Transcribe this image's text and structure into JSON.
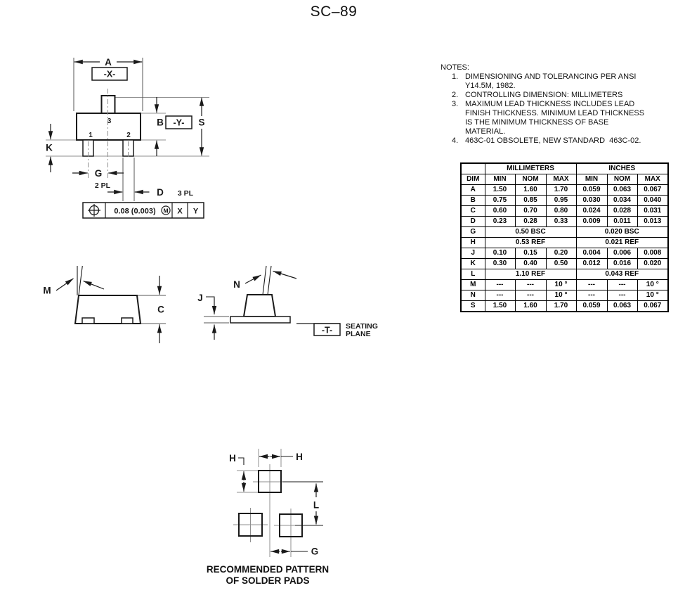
{
  "title": "SC–89",
  "notes": {
    "heading": "NOTES:",
    "items": [
      {
        "num": "1.",
        "text": "DIMENSIONING AND TOLERANCING PER ANSI\nY14.5M, 1982."
      },
      {
        "num": "2.",
        "text": "CONTROLLING DIMENSION: MILLIMETERS"
      },
      {
        "num": "3.",
        "text": "MAXIMUM LEAD THICKNESS INCLUDES LEAD\nFINISH THICKNESS. MINIMUM LEAD THICKNESS\nIS THE MINIMUM THICKNESS OF BASE\nMATERIAL."
      },
      {
        "num": "4.",
        "text": "463C-01 OBSOLETE, NEW STANDARD  463C-02."
      }
    ]
  },
  "table": {
    "group_headers": [
      "MILLIMETERS",
      "INCHES"
    ],
    "dim_header": "DIM",
    "col_headers": [
      "MIN",
      "NOM",
      "MAX",
      "MIN",
      "NOM",
      "MAX"
    ],
    "rows": [
      {
        "dim": "A",
        "values": [
          "1.50",
          "1.60",
          "1.70",
          "0.059",
          "0.063",
          "0.067"
        ]
      },
      {
        "dim": "B",
        "values": [
          "0.75",
          "0.85",
          "0.95",
          "0.030",
          "0.034",
          "0.040"
        ]
      },
      {
        "dim": "C",
        "values": [
          "0.60",
          "0.70",
          "0.80",
          "0.024",
          "0.028",
          "0.031"
        ]
      },
      {
        "dim": "D",
        "values": [
          "0.23",
          "0.28",
          "0.33",
          "0.009",
          "0.011",
          "0.013"
        ]
      },
      {
        "dim": "G",
        "span_mm": "0.50 BSC",
        "span_in": "0.020 BSC"
      },
      {
        "dim": "H",
        "span_mm": "0.53 REF",
        "span_in": "0.021 REF"
      },
      {
        "dim": "J",
        "values": [
          "0.10",
          "0.15",
          "0.20",
          "0.004",
          "0.006",
          "0.008"
        ]
      },
      {
        "dim": "K",
        "values": [
          "0.30",
          "0.40",
          "0.50",
          "0.012",
          "0.016",
          "0.020"
        ]
      },
      {
        "dim": "L",
        "span_mm": "1.10 REF",
        "span_in": "0.043 REF"
      },
      {
        "dim": "M",
        "values": [
          "---",
          "---",
          "10 °",
          "---",
          "---",
          "10 °"
        ]
      },
      {
        "dim": "N",
        "values": [
          "---",
          "---",
          "10 °",
          "---",
          "---",
          "10 °"
        ]
      },
      {
        "dim": "S",
        "values": [
          "1.50",
          "1.60",
          "1.70",
          "0.059",
          "0.063",
          "0.067"
        ]
      }
    ]
  },
  "top_view": {
    "dim_a": "A",
    "datum_x": "-X-",
    "dim_b": "B",
    "datum_y": "-Y-",
    "dim_s": "S",
    "dim_k": "K",
    "dim_g": "G",
    "g_places": "2 PL",
    "dim_d": "D",
    "d_places": "3 PL",
    "pin1": "1",
    "pin2": "2",
    "pin3": "3",
    "fcf": {
      "tolerance": "0.08 (0.003)",
      "modifier": "M",
      "datum_1": "X",
      "datum_2": "Y"
    }
  },
  "side_view": {
    "dim_m": "M",
    "dim_c": "C"
  },
  "end_view": {
    "dim_n": "N",
    "dim_j": "J",
    "datum_t": "-T-",
    "seating_line1": "SEATING",
    "seating_line2": "PLANE"
  },
  "pad_pattern": {
    "dim_h_left": "H",
    "dim_h_right": "H",
    "dim_l": "L",
    "dim_g": "G",
    "caption_line1": "RECOMMENDED PATTERN",
    "caption_line2": "OF SOLDER PADS"
  },
  "colors": {
    "line": "#1a1a1a",
    "extension": "#8f8f8f",
    "background": "#ffffff"
  }
}
